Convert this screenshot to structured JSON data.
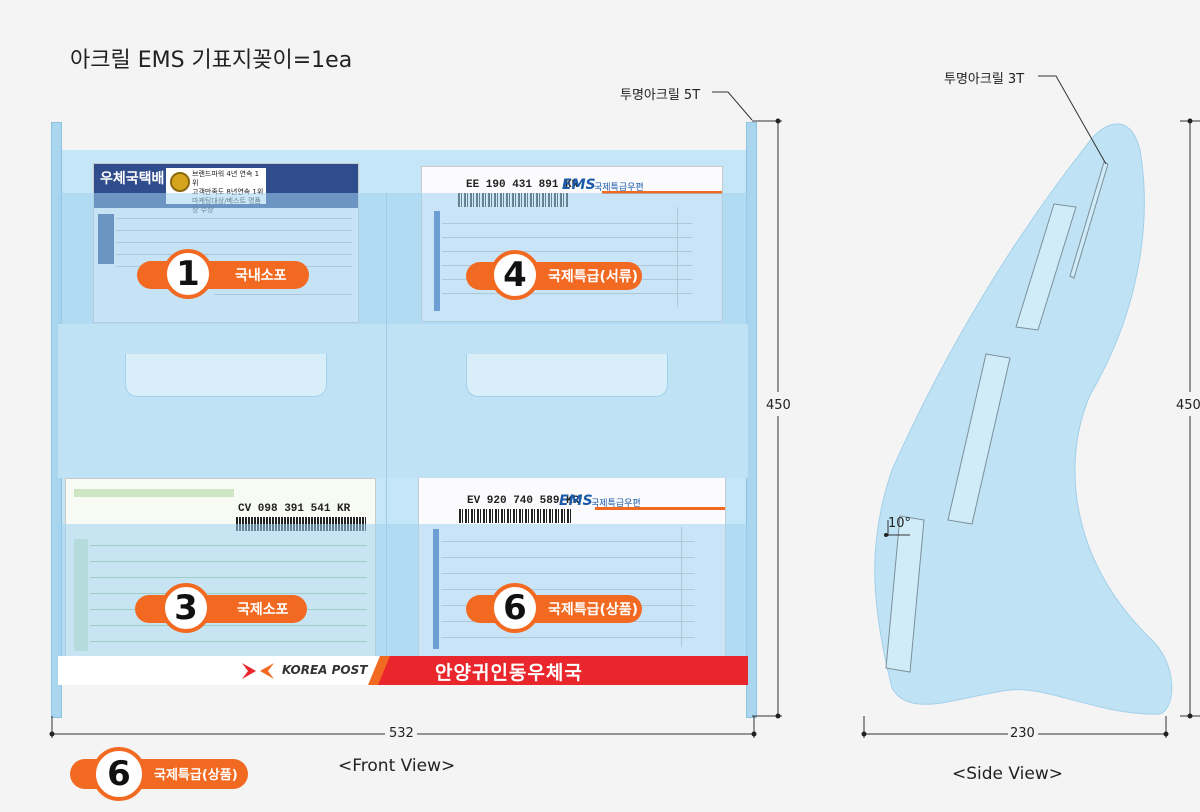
{
  "title": "아크릴 EMS 기표지꽂이=1ea",
  "front_view": {
    "caption": "<Front View>",
    "acrylic_label": "투명아크릴 5T",
    "width_dim": "532",
    "height_dim": "450",
    "slots": [
      {
        "number": "1",
        "label": "국내소포"
      },
      {
        "number": "4",
        "label": "국제특급(서류)"
      },
      {
        "number": "3",
        "label": "국제소포"
      },
      {
        "number": "6",
        "label": "국제특급(상품)"
      }
    ],
    "banner": {
      "brand": "KOREA POST",
      "office": "안양귀인동우체국"
    },
    "forms": {
      "parcel_title": "우체국택배",
      "parcel_badge": "브랜드파워 4년 연속 1위\n고객만족도 8년연속 1위\n마케팅대상/베스트 명품상 수상",
      "ems_docs_no": "EE 190 431 891 KR",
      "ems_goods_no": "EV 920 740 589 KR",
      "intl_parcel_no": "CV 098 391 541 KR",
      "ems_brand": "EMS",
      "ems_sub": "국제특급우편"
    },
    "colors": {
      "acrylic": "#bfe3f5",
      "badge": "#f26a21",
      "banner_red": "#e8262b"
    }
  },
  "side_view": {
    "caption": "<Side View>",
    "acrylic_label": "투명아크릴 3T",
    "width_dim": "230",
    "height_dim": "450",
    "angle": "10°"
  },
  "legend_badge": {
    "number": "6",
    "label": "국제특급(상품)"
  }
}
